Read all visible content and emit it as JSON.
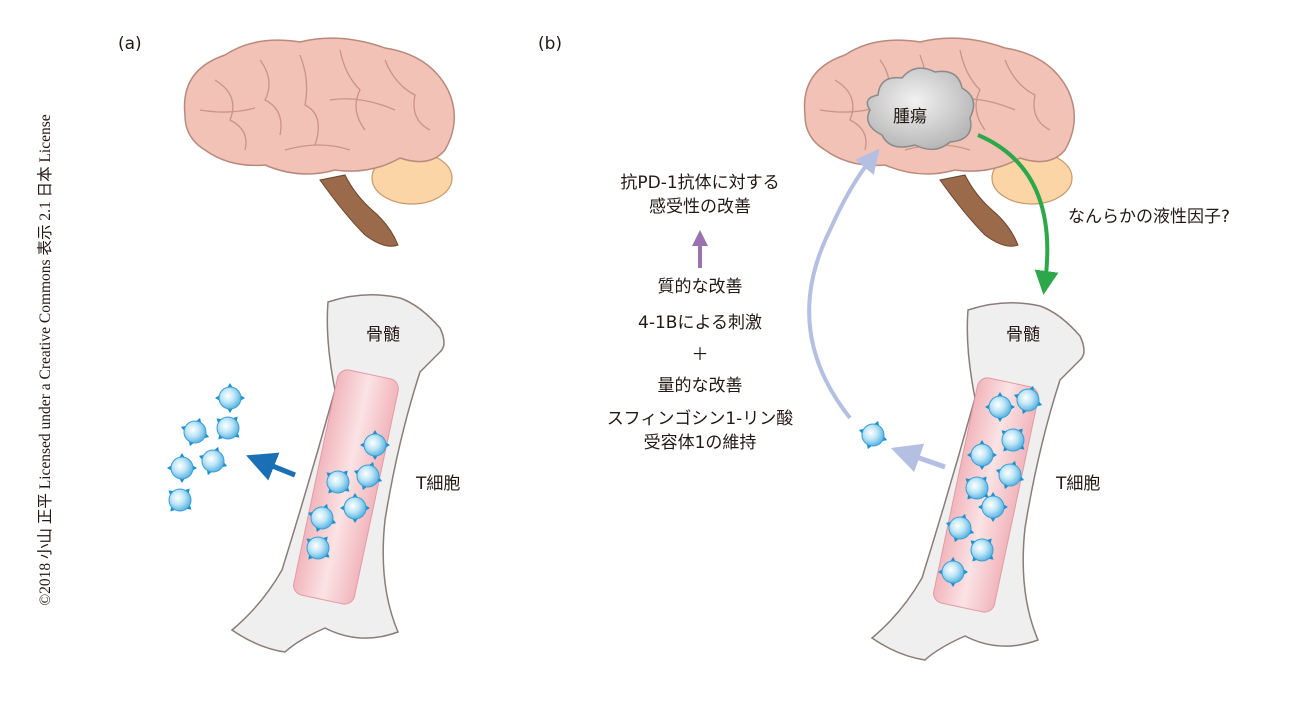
{
  "copyright": "©2018 小山 正平 Licensed under a Creative Commons 表示 2.1 日本 License",
  "panel_a": {
    "label": "(a)",
    "bone_marrow_label": "骨髄",
    "t_cell_label": "T細胞"
  },
  "panel_b": {
    "label": "(b)",
    "tumor_label": "腫瘍",
    "humoral_factor_label": "なんらかの液性因子?",
    "bone_marrow_label": "骨髄",
    "t_cell_label": "T細胞"
  },
  "middle": {
    "result_line1": "抗PD-1抗体に対する",
    "result_line2": "感受性の改善",
    "qualitative": "質的な改善",
    "qualitative_detail": "4-1Bによる刺激",
    "plus": "＋",
    "quantitative": "量的な改善",
    "quantitative_detail_line1": "スフィンゴシン1-リン酸",
    "quantitative_detail_line2": "受容体1の維持"
  },
  "colors": {
    "brain": "#f2c2b6",
    "cerebellum": "#fbd5a5",
    "brainstem": "#9b6a4a",
    "marrow": "#f4c6c8",
    "cell": "#a9dcf3",
    "arrow_blue": "#1a6fb5",
    "arrow_green": "#2ca84a",
    "arrow_purple": "#9b72b0",
    "arrow_lavender": "#b4bfe2"
  }
}
